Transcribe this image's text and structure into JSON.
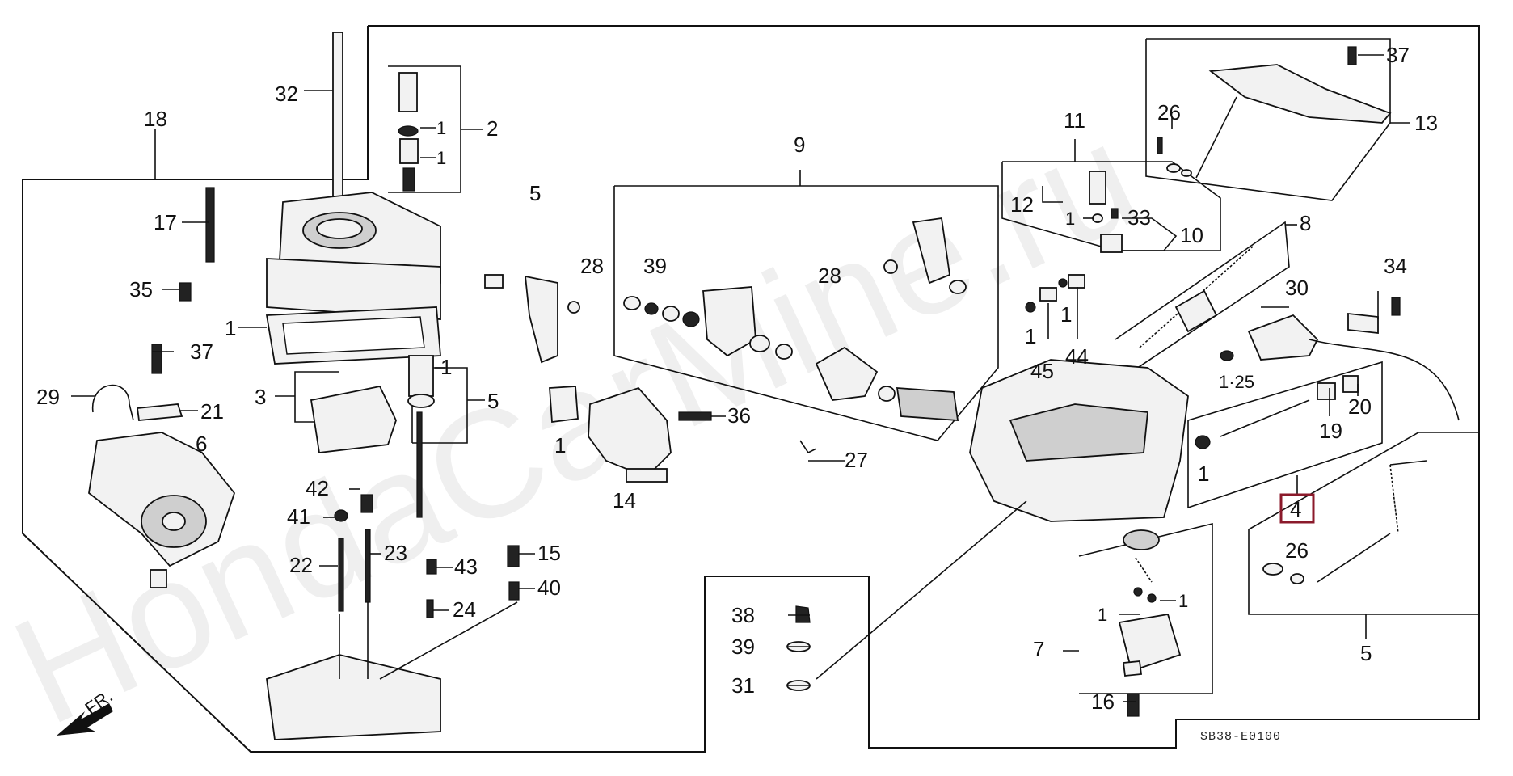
{
  "diagram": {
    "watermark": "HondaCarMine.ru",
    "drawing_code": "SB38-E0100",
    "front_marker": "FR.",
    "highlighted_callout": "4",
    "callouts": {
      "c32": "32",
      "c18": "18",
      "c17": "17",
      "c35": "35",
      "c37a": "37",
      "c29": "29",
      "c21": "21",
      "c6": "6",
      "c2": "2",
      "c1a": "1",
      "c1b": "1",
      "c1c": "1",
      "c3": "3",
      "c1d": "1",
      "c5a": "5",
      "c42": "42",
      "c41": "41",
      "c22": "22",
      "c23": "23",
      "c43": "43",
      "c15": "15",
      "c40": "40",
      "c24": "24",
      "c5b": "5",
      "c28a": "28",
      "c1e": "1",
      "c14": "14",
      "c36": "36",
      "c9": "9",
      "c39a": "39",
      "c28b": "28",
      "c27": "27",
      "c38": "38",
      "c39b": "39",
      "c31": "31",
      "c11": "11",
      "c12": "12",
      "c1f": "1",
      "c33": "33",
      "c10": "10",
      "c1g": "1",
      "c45": "45",
      "c1h": "1",
      "c44": "44",
      "c26a": "26",
      "c37b": "37",
      "c13": "13",
      "c8": "8",
      "c34": "34",
      "c30": "30",
      "c125": "1·25",
      "c19": "19",
      "c20": "20",
      "c1i": "1",
      "c4": "4",
      "c26b": "26",
      "c5c": "5",
      "c7": "7",
      "c1j": "1",
      "c1k": "1",
      "c16": "16"
    }
  },
  "colors": {
    "line": "#111111",
    "highlight": "#8b1a2b",
    "background": "#ffffff"
  }
}
